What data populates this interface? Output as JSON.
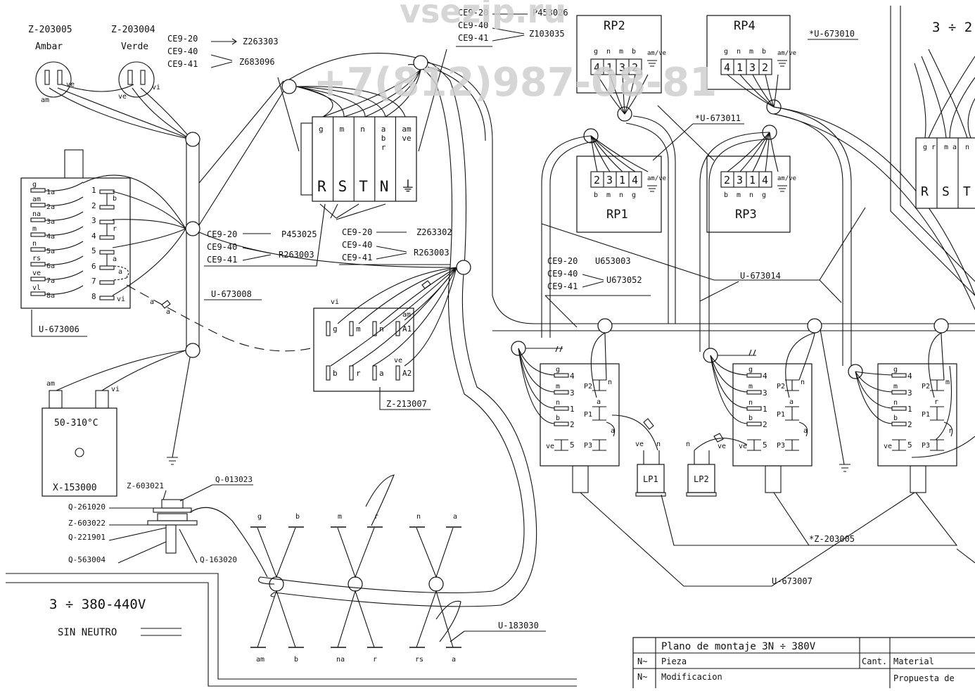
{
  "watermark": {
    "site": "vsezip.ru",
    "phone": "+7(812)987-08-81"
  },
  "lamps": [
    {
      "code": "Z-203005",
      "name": "Ambar",
      "wires": [
        "am",
        "ve"
      ]
    },
    {
      "code": "Z-203004",
      "name": "Verde",
      "wires": [
        "ve",
        "vi"
      ]
    }
  ],
  "selector_switch": {
    "code": "U-673006",
    "left_terms": [
      "g",
      "1a",
      "am",
      "2a",
      "na",
      "3a",
      "m",
      "4a",
      "n",
      "5a",
      "rs",
      "6a",
      "ve",
      "7a",
      "vl",
      "8a"
    ],
    "right_terms": [
      "1",
      "b",
      "2",
      "3",
      "r",
      "4",
      "5",
      "a",
      "6",
      "a",
      "7",
      "8",
      "vi"
    ],
    "cable_wires": [
      "a",
      "a"
    ]
  },
  "cable_labels": [
    "U-673008",
    "U-673014",
    "U-673007",
    "U-183030"
  ],
  "ce_groups": [
    {
      "lines": [
        {
          "model": "CE9-20",
          "part": "Z263303"
        },
        {
          "model": "CE9-40",
          "part": "Z683096"
        },
        {
          "model": "CE9-41",
          "part": ""
        }
      ]
    },
    {
      "lines": [
        {
          "model": "CE9-20",
          "part": "P453026"
        },
        {
          "model": "CE9-40",
          "part": "Z103035"
        },
        {
          "model": "CE9-41",
          "part": ""
        }
      ]
    },
    {
      "lines": [
        {
          "model": "CE9-20",
          "part": "P453025"
        },
        {
          "model": "CE9-40",
          "part": "R263003"
        },
        {
          "model": "CE9-41",
          "part": ""
        }
      ]
    },
    {
      "lines": [
        {
          "model": "CE9-20",
          "part": "Z263302"
        },
        {
          "model": "CE9-40",
          "part": "R263003"
        },
        {
          "model": "CE9-41",
          "part": ""
        }
      ]
    },
    {
      "lines": [
        {
          "model": "CE9-20",
          "part": "U653003"
        },
        {
          "model": "CE9-40",
          "part": "U673052"
        },
        {
          "model": "CE9-41",
          "part": ""
        }
      ]
    }
  ],
  "terminal_block": {
    "top": [
      "g",
      "m",
      "n",
      "a\nb\nr",
      "am\nve"
    ],
    "bottom": [
      "R",
      "S",
      "T",
      "N",
      "⏚"
    ]
  },
  "contactor": {
    "code": "Z-213007",
    "top": [
      "g",
      "m",
      "n",
      "A1"
    ],
    "bottom": [
      "b",
      "r",
      "a",
      "A2"
    ],
    "wires": [
      "vi",
      "am",
      "ve"
    ]
  },
  "thermostat": {
    "code": "X-153000",
    "range": "50-310°C",
    "wires": [
      "am",
      "vi"
    ]
  },
  "hardware": [
    "Z-603021",
    "Q-013023",
    "Q-261020",
    "Z-603022",
    "Q-221901",
    "Q-563004",
    "Q-163020"
  ],
  "resistances_top": [
    "g",
    "b",
    "m",
    "r",
    "n",
    "a"
  ],
  "resistances_bottom": [
    "am",
    "b",
    "na",
    "r",
    "rs",
    "a"
  ],
  "regulators": [
    {
      "name": "RP2",
      "pins": [
        "g",
        "n",
        "m",
        "b"
      ],
      "nums": [
        "4",
        "1",
        "3",
        "2"
      ],
      "extra": "am/ve"
    },
    {
      "name": "RP4",
      "pins": [
        "g",
        "n",
        "m",
        "b"
      ],
      "nums": [
        "4",
        "1",
        "3",
        "2"
      ],
      "extra": "am/ve",
      "code": "*U-673010"
    },
    {
      "name": "RP1",
      "pins": [
        "b",
        "m",
        "n",
        "g"
      ],
      "nums": [
        "2",
        "3",
        "1",
        "4"
      ],
      "extra": "am/ve"
    },
    {
      "name": "RP3",
      "pins": [
        "b",
        "m",
        "n",
        "g"
      ],
      "nums": [
        "2",
        "3",
        "1",
        "4"
      ],
      "extra": "am/ve"
    }
  ],
  "rp_code": "*U-673011",
  "switches": {
    "left": [
      "g",
      "4",
      "m",
      "3",
      "n",
      "1",
      "b",
      "2",
      "ve",
      "5"
    ],
    "right": [
      "P2",
      "n",
      "a",
      "P1",
      "a",
      "P3"
    ],
    "right_b": [
      "P2",
      "m",
      "r",
      "P1",
      "r",
      "P3"
    ]
  },
  "pilot_lamps": [
    "LP1",
    "LP2"
  ],
  "pilot_wires": [
    "ve",
    "n",
    "n",
    "ve"
  ],
  "lamp_code": "*Z-203005",
  "left_panel": {
    "voltage": "3 ÷ 380-440V",
    "note": "SIN NEUTRO"
  },
  "right_panel": {
    "voltage": "3 ÷ 2",
    "top": [
      "g\nr",
      "m\na",
      "n"
    ],
    "bottom": [
      "R",
      "S",
      "T"
    ]
  },
  "title_block": {
    "title": "Plano de montaje 3N ÷ 380V",
    "row_pieza": "Pieza",
    "row_mod": "Modificacion",
    "cant": "Cant.",
    "material": "Material",
    "propuesta": "Propuesta de",
    "num": "N~"
  }
}
